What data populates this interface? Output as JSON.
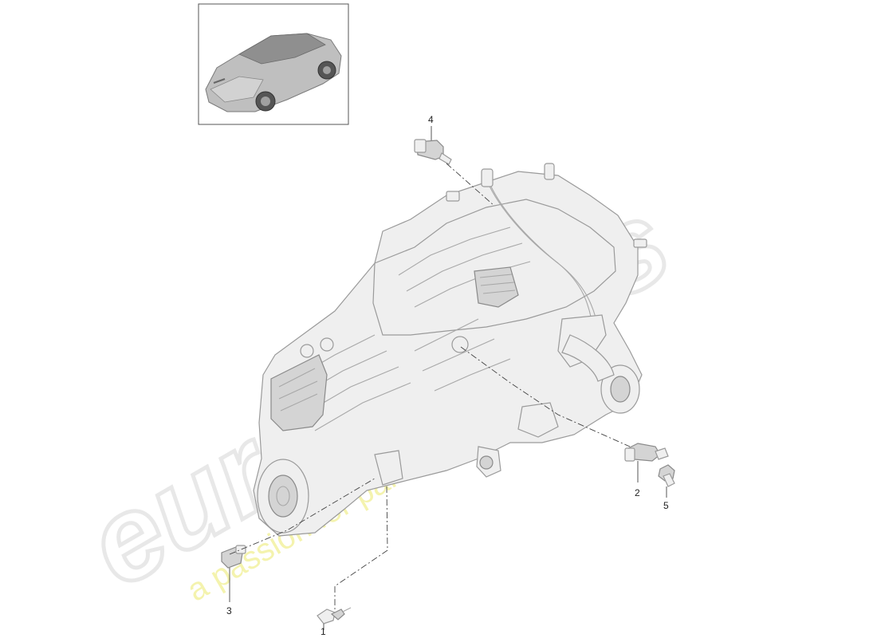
{
  "callouts": [
    {
      "id": "1",
      "label": "1"
    },
    {
      "id": "2",
      "label": "2"
    },
    {
      "id": "3",
      "label": "3"
    },
    {
      "id": "4",
      "label": "4"
    },
    {
      "id": "5",
      "label": "5"
    }
  ],
  "watermark": {
    "brand": "eurospares",
    "tagline": "a passion for parts since 1985"
  },
  "colors": {
    "background": "#ffffff",
    "watermark_outline": "#e6e6e6",
    "watermark_tagline": "#f3f2a0",
    "part_fill": "#efefef",
    "line": "#444444"
  }
}
